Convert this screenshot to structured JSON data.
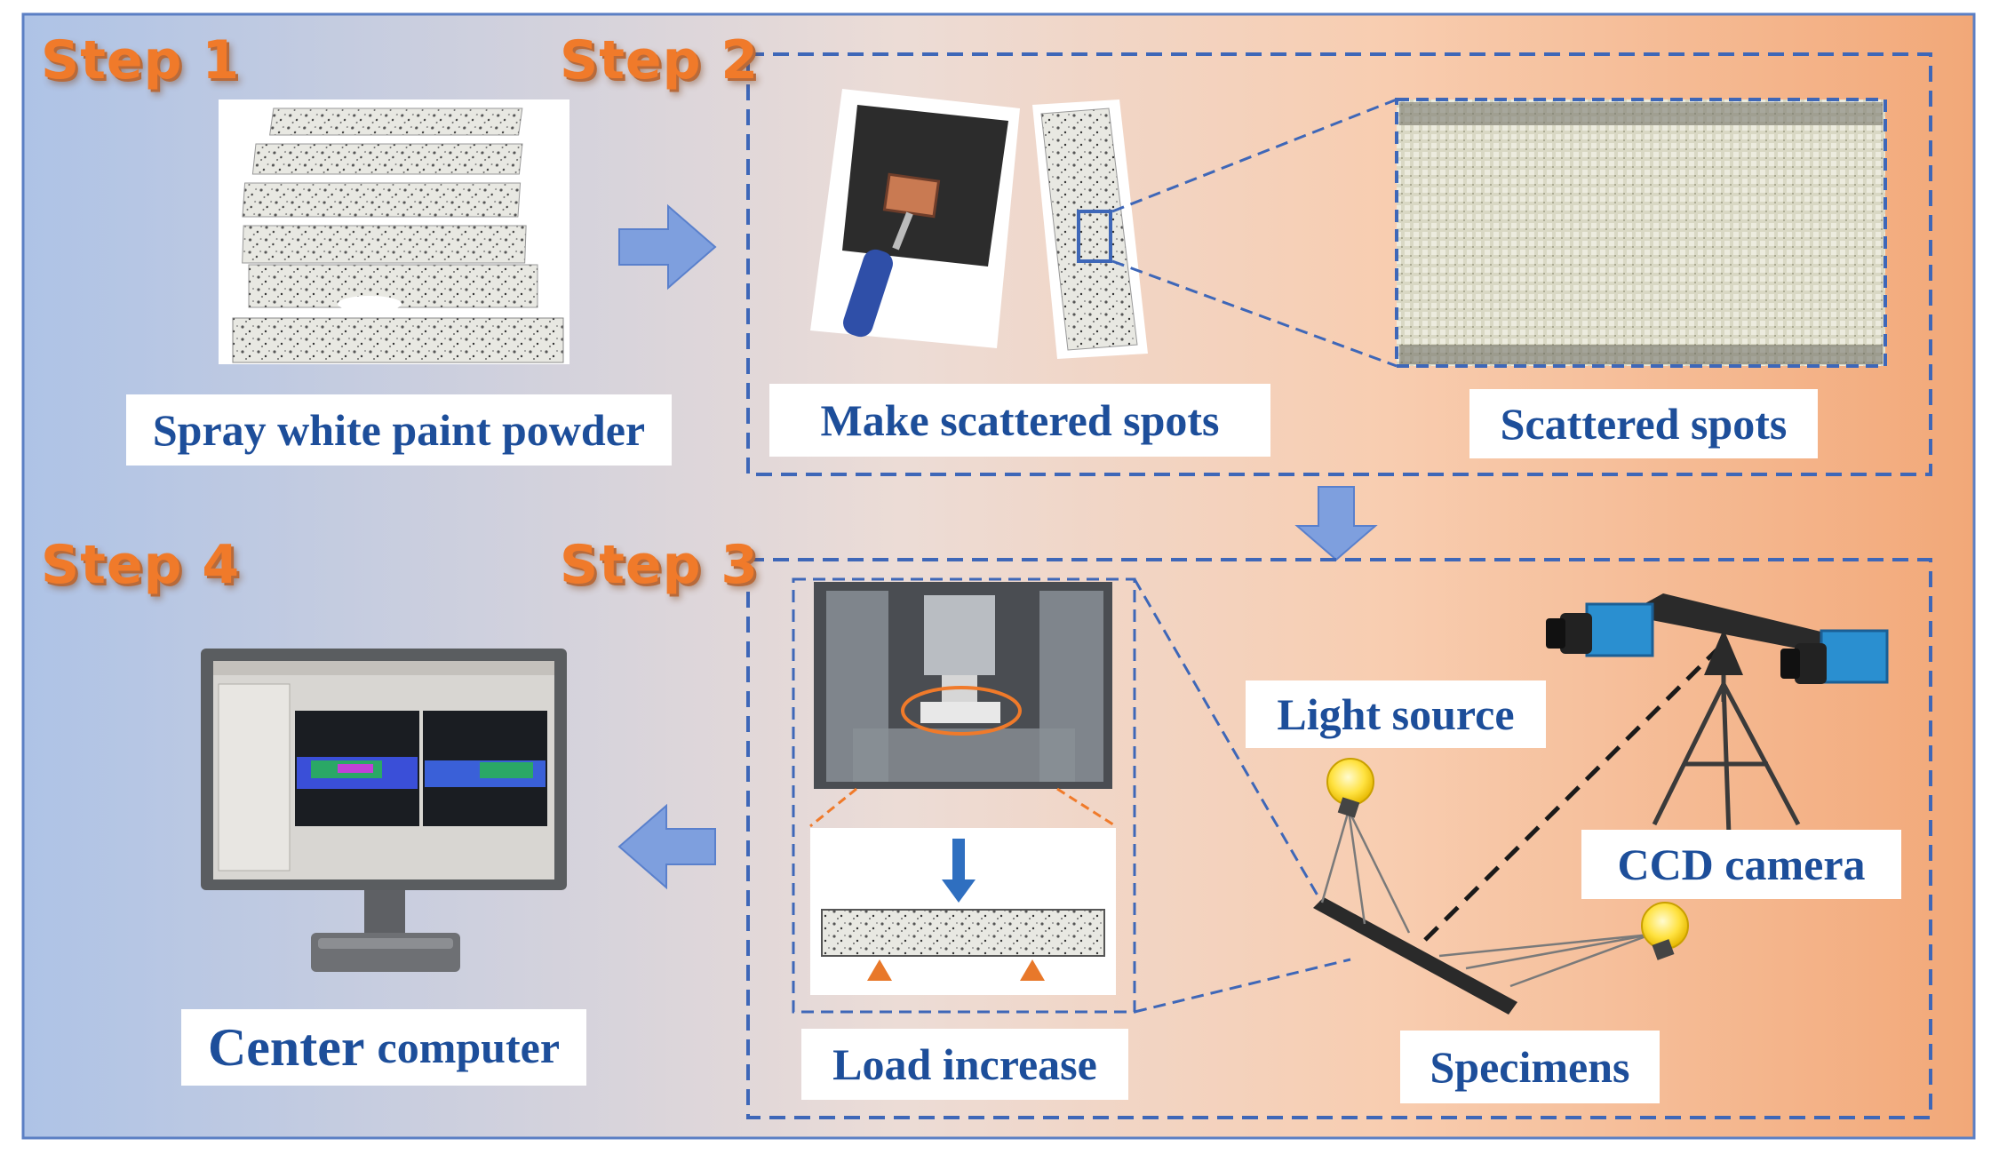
{
  "steps": [
    "Step 1",
    "Step 2",
    "Step 3",
    "Step 4"
  ],
  "labels": {
    "spray": "Spray white paint powder",
    "make_spots": "Make scattered spots",
    "scattered_spots": "Scattered spots",
    "light_source": "Light source",
    "ccd_camera": "CCD camera",
    "specimens": "Specimens",
    "load_increase": "Load increase",
    "center_word": "Center",
    "computer_word": "computer"
  },
  "colors": {
    "panel_left": "#aec3e6",
    "panel_right": "#f2a878",
    "dash": "#3e67b8",
    "arrow": "#7e9fde",
    "step_text": "#f07a2a",
    "label_text": "#1d4e9a"
  }
}
